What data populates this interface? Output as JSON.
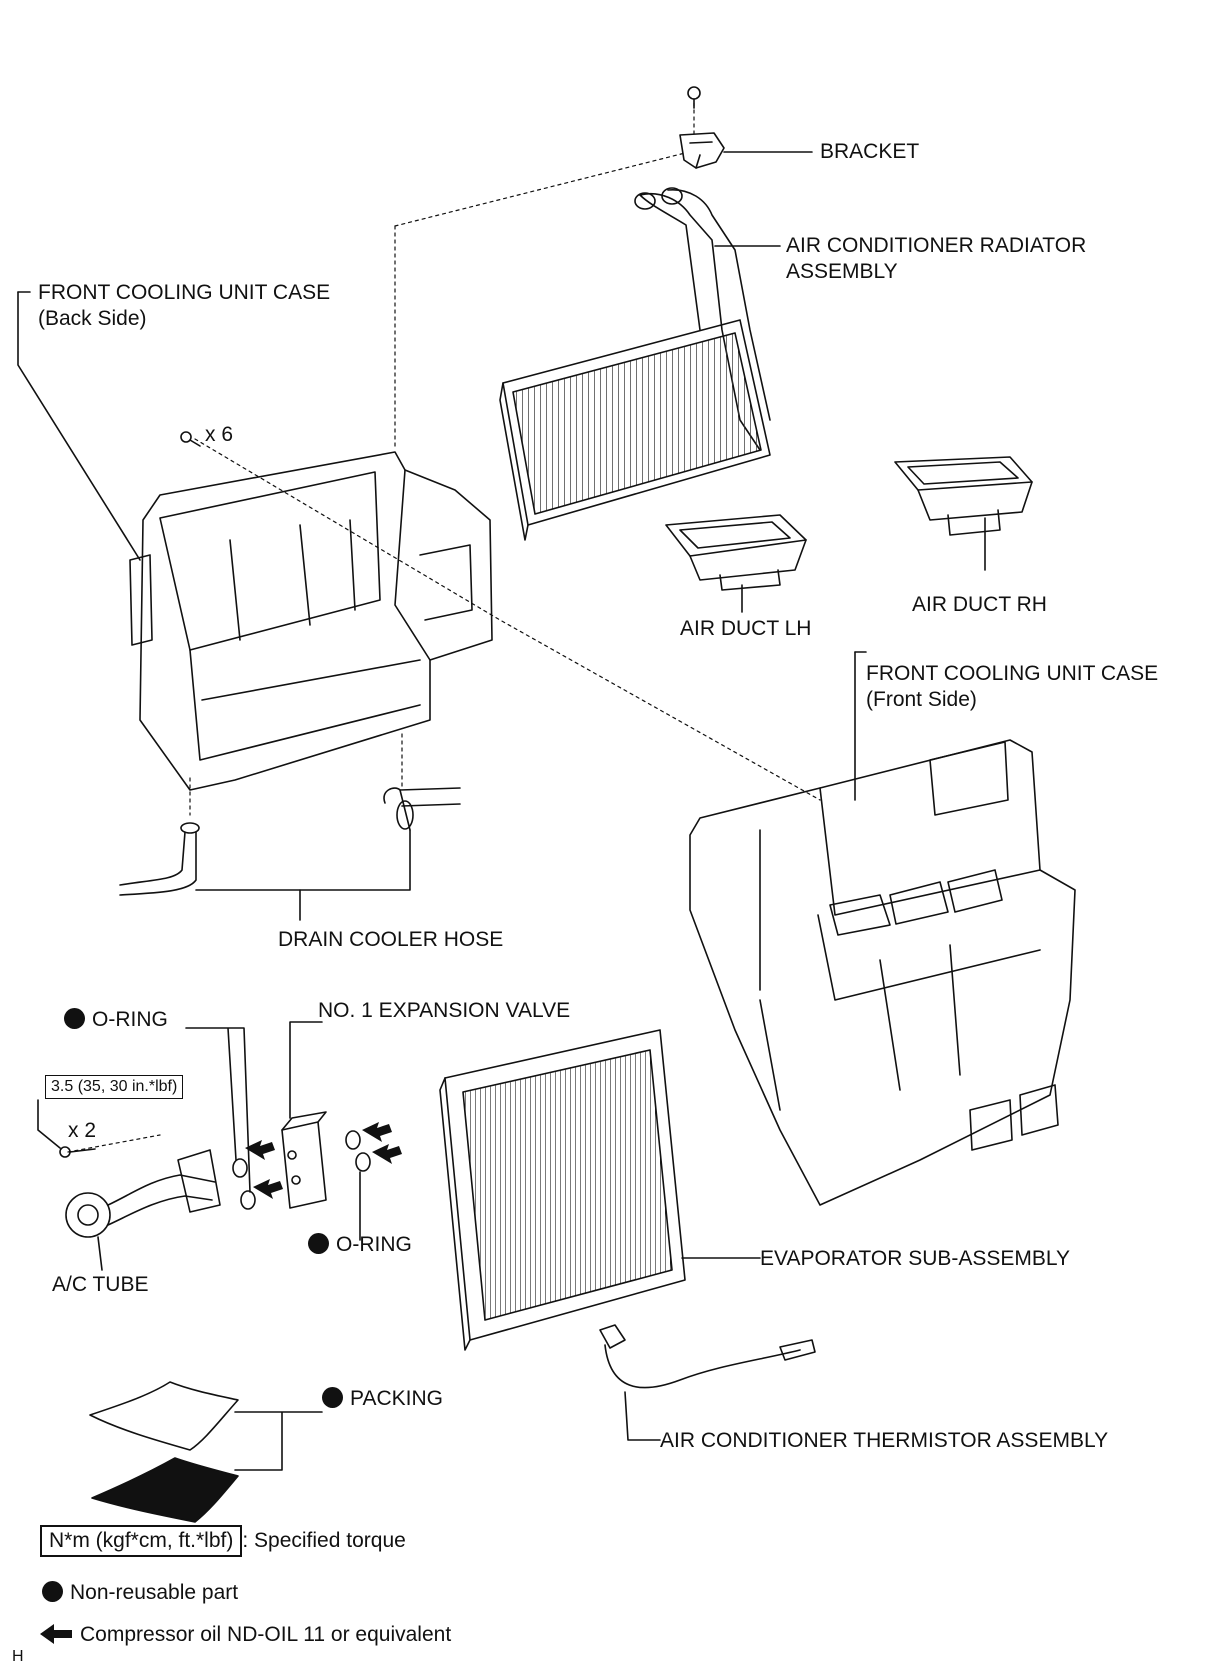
{
  "labels": {
    "bracket": "BRACKET",
    "radiator_line1": "AIR CONDITIONER RADIATOR",
    "radiator_line2": "ASSEMBLY",
    "case_back_line1": "FRONT COOLING UNIT CASE",
    "case_back_line2": "(Back Side)",
    "screw_count_6": "x 6",
    "duct_lh": "AIR DUCT LH",
    "duct_rh": "AIR DUCT RH",
    "case_front_line1": "FRONT COOLING UNIT CASE",
    "case_front_line2": "(Front Side)",
    "drain_hose": "DRAIN COOLER HOSE",
    "o_ring_left": "O-RING",
    "expansion_valve": "NO. 1 EXPANSION VALVE",
    "torque_value": "3.5 (35, 30 in.*lbf)",
    "screw_count_2": "x 2",
    "o_ring_right": "O-RING",
    "ac_tube": "A/C TUBE",
    "evaporator": "EVAPORATOR SUB-ASSEMBLY",
    "packing": "PACKING",
    "thermistor": "AIR CONDITIONER THERMISTOR ASSEMBLY"
  },
  "legend": {
    "torque_unit": "N*m (kgf*cm, ft.*lbf)",
    "torque_text": ": Specified torque",
    "nonreusable_text": "Non-reusable part",
    "oil_text": "Compressor oil ND-OIL 11 or equivalent"
  },
  "corner_mark": "H",
  "icons": {
    "non_reusable": "filled-circle",
    "oil": "left-arrow",
    "torque": "boxed-value"
  }
}
